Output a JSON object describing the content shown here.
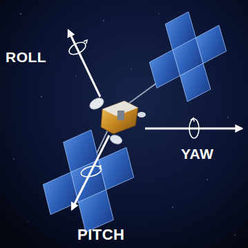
{
  "diagram": {
    "labels": [
      "ROLL",
      "YAW",
      "PITCH"
    ]
  }
}
